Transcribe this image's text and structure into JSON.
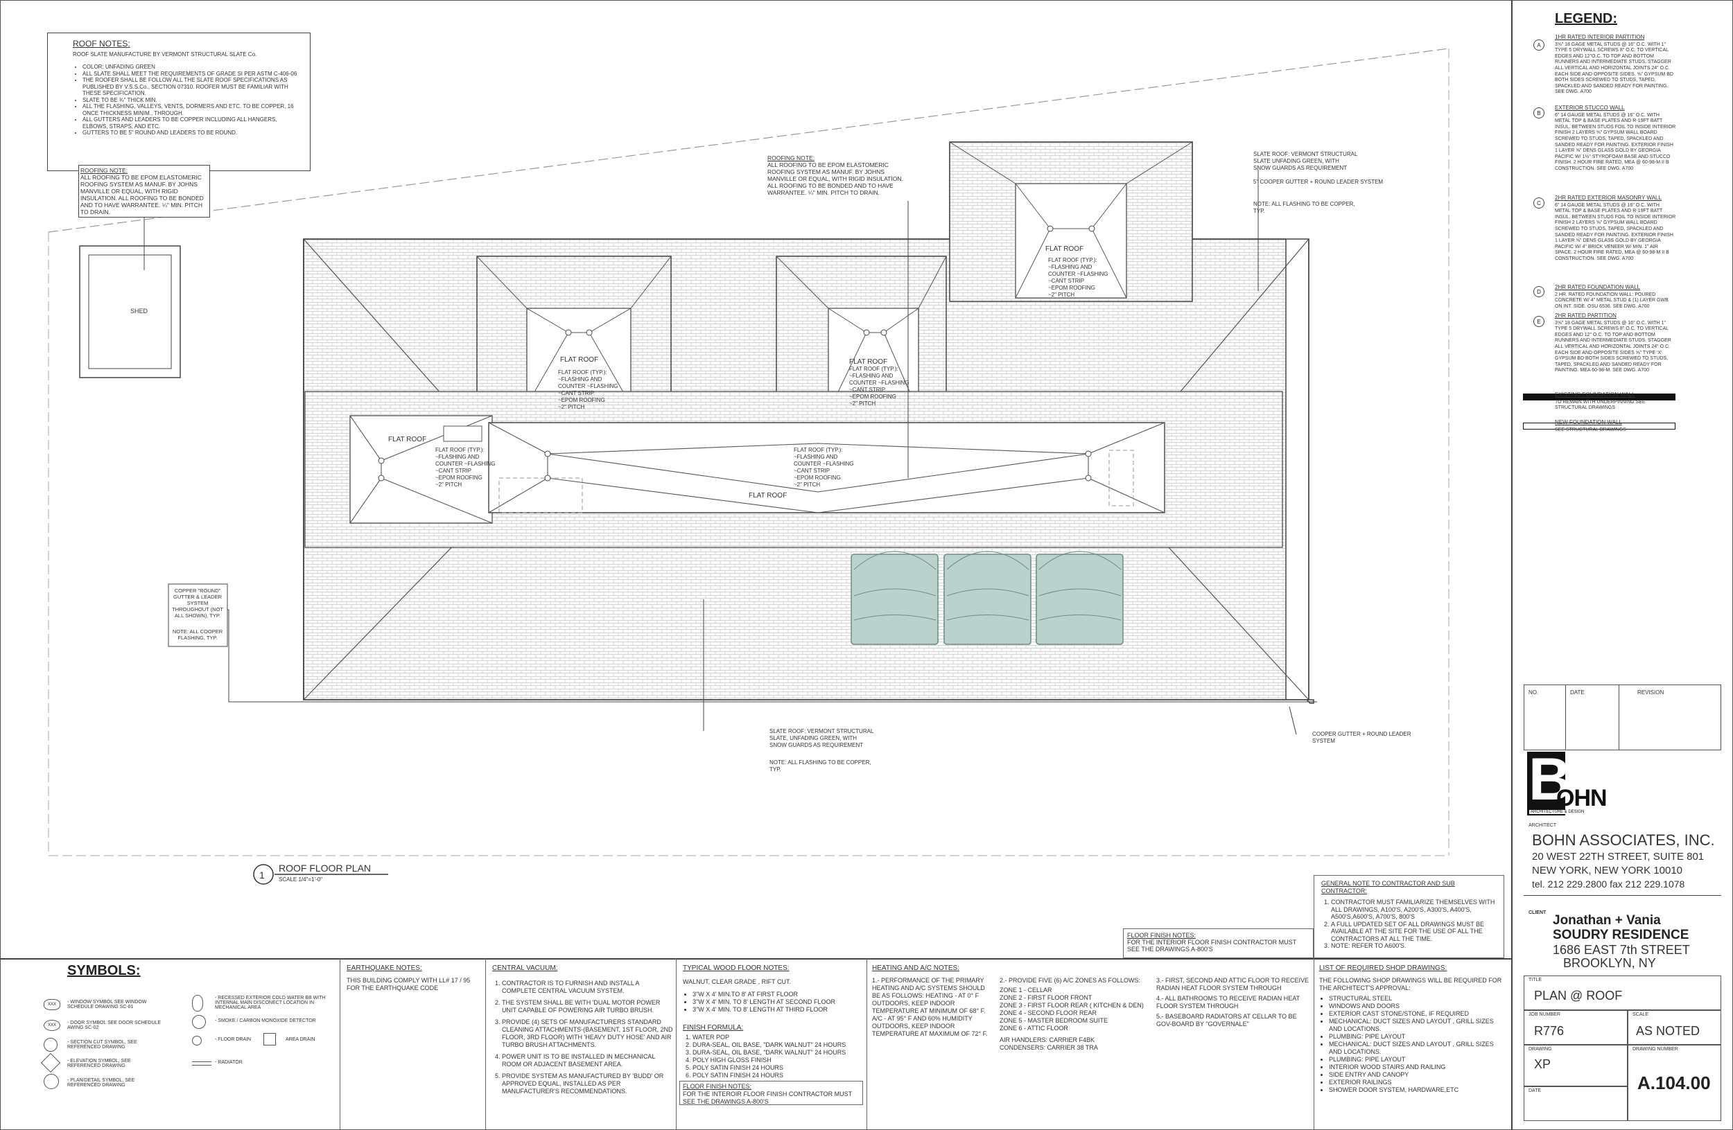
{
  "roof_notes": {
    "title": "ROOF NOTES:",
    "intro": "ROOF SLATE MANUFACTURE BY VERMONT STRUCTURAL SLATE Co.",
    "items": [
      "COLOR: UNFADING GREEN",
      "ALL SLATE SHALL MEET THE REQUIREMENTS OF GRADE SI PER ASTM C-406-06",
      "THE ROOFER SHALL BE FOLLOW ALL THE SLATE ROOF SPECIFICATIONS AS PUBLISHED BY V.S.S.Co., SECTION 07310. ROOFER MUST BE FAMILIAR WITH THESE SPECIFICATION.",
      "SLATE TO BE ¾\" THICK MIN.",
      "ALL THE FLASHING, VALLEYS, VENTS, DORMERS AND ETC. TO BE COPPER, 16 ONCE THICKNESS MINIM., THROUGH.",
      "ALL GUTTERS AND LEADERS TO BE COPPER INCLUDING ALL HANGERS, ELBOWS, STRAPS, AND ETC.",
      "GUTTERS TO BE 5\" ROUND AND LEADERS TO BE ROUND."
    ]
  },
  "roofing_note_left": {
    "title": "ROOFING NOTE:",
    "text": "ALL ROOFING TO BE EPOM ELASTOMERIC ROOFING SYSTEM AS MANUF. BY JOHNS MANVILLE OR EQUAL, WITH RIGID INSULATION. ALL ROOFING TO BE BONDED AND TO HAVE WARRANTEE. ¼\" MIN. PITCH TO DRAIN."
  },
  "roofing_note_center": {
    "title": "ROOFING NOTE:",
    "text": "ALL ROOFING TO BE EPOM ELASTOMERIC ROOFING SYSTEM AS MANUF. BY JOHNS MANVILLE OR EQUAL, WITH RIGID INSULATION. ALL ROOFING TO BE BONDED AND TO HAVE WARRANTEE. ¼\" MIN. PITCH TO DRAIN."
  },
  "plan": {
    "shed_label": "SHED",
    "flat_roof": "FLAT ROOF",
    "flat_roof_typ_lines": [
      "FLAT ROOF (TYP.):",
      "~FLASHING AND",
      "COUNTER ~FLASHING",
      "~CANT STRIP",
      "~EPOM ROOFING",
      "~2\" PITCH"
    ],
    "slate_note_top": [
      "SLATE ROOF: VERMONT STRUCTURAL",
      "SLATE UNFADING GREEN, WITH",
      "SNOW GUARDS AS REQUIREMENT"
    ],
    "gutter_note_top": "5\" COOPER GUTTER + ROUND LEADER SYSTEM",
    "flashing_note_top": [
      "NOTE: ALL FLASHING TO BE COPPER,",
      "TYP."
    ],
    "copper_round_note": [
      "COPPER \"ROUND\"",
      "GUTTER & LEADER",
      "SYSTEM",
      "THROUGHOUT (NOT",
      "ALL SHOWN), TYP.",
      "NOTE: ALL COOPER",
      "FLASHING, TYP."
    ],
    "slate_note_bottom": [
      "SLATE ROOF: VERMONT STRUCTURAL",
      "SLATE, UNFADING GREEN, WITH",
      "SNOW GUARDS AS REQUIREMENT",
      "NOTE: ALL FLASHING TO BE COPPER,",
      "TYP."
    ],
    "gutter_note_bottom": [
      "COOPER GUTTER + ROUND LEADER",
      "SYSTEM"
    ],
    "drawing_number": "1",
    "drawing_title": "ROOF FLOOR PLAN",
    "drawing_scale": "SCALE 1/4\"=1'-0\""
  },
  "legend": {
    "title": "LEGEND:",
    "items": [
      {
        "mark": "A",
        "title": "1HR RATED INTERIOR PARTITION",
        "text": "3⅝\" 18 GAGE METAL STUDS @ 16\" O.C. WITH 1\" TYPE 5 DRYWALL SCREWS 8\" O.C. TO VERTICAL EDGES AND 12\"O.C. TO TOP AND BOTTOM RUNNERS AND INTERMEDIATE STUDS. STAGGER ALL VERTICAL AND HORIZONTAL JOINTS 24\" O.C. EACH SIDE AND OPPOSITE SIDES. ⅝\" GYPSUM BD BOTH SIDES SCREWED TO STUDS, TAPED, SPACKLED AND SANDED READY FOR PAINTING. SEE DWG. A700"
      },
      {
        "mark": "B",
        "title": "EXTERIOR STUCCO WALL",
        "text": "6\" 14 GAUGE METAL STUDS @ 16\" O.C. WITH METAL TOP & BASE PLATES AND R-19FT BATT INSUL. BETWEEN STUDS FOIL TO INSIDE INTERIOR FINISH 2 LAYERS ⅝\" GYPSUM WALL BOARD SCREWED TO STUDS, TAPED, SPACKLED AND SANDED READY FOR PAINTING. EXTERIOR FINISH 1 LAYER ⅝\" DENS GLASS GOLD BY GEORGIA PACIFIC W/ 1½\" STYROFOAM BASE AND STUCCO FINISH. 2 HOUR FIRE RATED, MEA @ 60-98-M II B CONSTRUCTION. SEE DWG. A700"
      },
      {
        "mark": "C",
        "title": "2HR RATED EXTERIOR MASONRY WALL",
        "text": "6\" 14 GAUGE METAL STUDS @ 16\" O.C. WITH METAL TOP & BASE PLATES AND R-19FT BATT INSUL. BETWEEN STUDS FOIL TO INSIDE INTERIOR FINISH 2 LAYERS ⅝\" GYPSUM WALL BOARD SCREWED TO STUDS, TAPED, SPACKLED AND SANDED READY FOR PAINTING. EXTERIOR FINISH 1 LAYER ⅝\" DENS GLASS GOLD BY GEORGIA PACIFIC W/ 4\" BRICK VENEER W/ MIN. 1\" AIR SPACE. 2 HOUR FIRE RATED, MEA @ 60-98-M II B CONSTRUCTION. SEE DWG. A700"
      },
      {
        "mark": "D",
        "title": "2HR RATED FOUNDATION WALL",
        "text": "2 HR. RATED FOUNDATION WALL: POURED CONCRETE W/ 4\" METAL STUD & (1) LAYER GWB ON INT. SIDE. OSU 6536. SEE DWG. A700"
      },
      {
        "mark": "E",
        "title": "2HR RATED PARTITION",
        "text": "3⅝\" 18 GAGE METAL STUDS @ 16\" O.C. WITH 1\" TYPE 5 DRYWALL SCREWS 8\" O.C. TO VERTICAL EDGES AND 12\" O.C. TO TOP AND BOTTOM RUNNERS AND INTERMEDIATE STUDS. STAGGER ALL VERTICAL AND HORIZONTAL JOINTS 24\" O.C. EACH SIDE AND OPPOSITE SIDES ⅝\" TYPE 'X' GYPSUM BD BOTH SIDES SCREWED TO STUDS, TAPED, SPACKLED AND SANDED READY FOR PAINTING. MEA 60-98-M. SEE DWG. A700"
      }
    ],
    "existing_foundation": {
      "title": "EXISTING FOUNDATION WALL",
      "text": "TO REMAIN WITH UNDERPINNING SEE STRUCTURAL DRAWINGS"
    },
    "new_foundation": {
      "title": "NEW FOUNDATION WALL",
      "text": "SEE STRUCTURAL DRAWINGS"
    }
  },
  "revision_table": {
    "col_no": "NO.",
    "col_date": "DATE",
    "col_revision": "REVISION"
  },
  "architect": {
    "logo_letter": "B",
    "logo_word": "OHN",
    "logo_tagline": "ARCHITECTURE & DESIGN",
    "label": "ARCHITECT",
    "name": "BOHN ASSOCIATES, INC.",
    "address1": "20 WEST 22TH STREET, SUITE 801",
    "address2": "NEW YORK, NEW YORK 10010",
    "phone": "tel. 212 229.2800 fax 212 229.1078"
  },
  "client": {
    "label": "CLIENT",
    "name1": "Jonathan + Vania",
    "name2": "SOUDRY RESIDENCE",
    "address1": "1686 EAST 7th STREET",
    "address2": "BROOKLYN, NY"
  },
  "title_block": {
    "title_label": "TITLE",
    "title": "PLAN @ ROOF",
    "job_label": "JOB NUMBER",
    "job": "R776",
    "scale_label": "SCALE",
    "scale": "AS NOTED",
    "drawing_label": "DRAWING",
    "drawn_by": "XP",
    "drawing_number_label": "DRAWING NUMBER",
    "drawing_number": "A.104.00",
    "date_label": "DATE"
  },
  "general_note": {
    "title": "GENERAL NOTE TO CONTRACTOR AND SUB CONTRACTOR:",
    "items": [
      "CONTRACTOR MUST FAMILIARIZE THEMSELVES WITH ALL DRAWINGS, A100'S, A200'S, A300'S, A400'S, A500'S,A600'S, A700'S, 800'S",
      "A FULL UPDATED SET OF ALL DRAWINGS MUST BE AVAILABLE AT THE SITE FOR THE USE OF ALL THE CONTRACTORS AT ALL THE TIME.",
      "NOTE: REFER TO A600'S."
    ]
  },
  "floor_finish_notes": {
    "title": "FLOOR FINISH NOTES:",
    "text": "FOR THE INTERIOR FLOOR FINISH CONTRACTOR MUST SEE THE DRAWINGS A-800'S"
  },
  "symbols": {
    "title": "SYMBOLS:",
    "items": [
      {
        "mark": "XXX",
        "text": "- WINDOW SYMBOL SEE WINDOW SCHEDULE DRAWING SC-01"
      },
      {
        "mark": "XXX",
        "text": "- DOOR SYMBOL SEE DOOR SCHEDULE AWING SC-02"
      },
      {
        "mark": "",
        "text": "- SECTION CUT SYMBOL, SEE REFERENCED DRAWING"
      },
      {
        "mark": "",
        "text": "- ELEVATION SYMBOL, SEE REFERENCED DRAWING"
      },
      {
        "mark": "",
        "text": "- PLAN/DETAIL SYMBOL, SEE REFERENCED DRAWING"
      }
    ],
    "items2": [
      "- RECESSED EXTERIOR COLD WATER BB WITH INTERNAL MAIN DISCONECT LOCATION IN MECHANICAL AREA",
      "- SMOKE / CARBON MONOXIDE DETECTOR",
      "- FLOOR DRAIN",
      "AREA DRAIN",
      "- RADIATOR"
    ]
  },
  "earthquake": {
    "title": "EARTHQUAKE NOTES:",
    "text": "THIS BUILDING COMPLY WITH LL# 17 / 95 FOR THE EARTHQUAKE CODE"
  },
  "central_vacuum": {
    "title": "CENTRAL VACUUM:",
    "items": [
      "CONTRACTOR IS TO FURNISH AND INSTALL A COMPLETE CENTRAL VACUUM SYSTEM.",
      "THE SYSTEM SHALL BE WITH 'DUAL MOTOR POWER UNIT CAPABLE OF POWERING AIR TURBO BRUSH.",
      "PROVIDE (4) SETS OF MANUFACTURERS STANDARD CLEANING ATTACHMENTS-(BASEMENT, 1ST FLOOR, 2ND FLOOR, 3RD FLOOR) WITH 'HEAVY DUTY HOSE' AND AIR TURBO BRUSH ATTACHMENTS.",
      "POWER UNIT IS TO BE INSTALLED IN MECHANICAL ROOM OR ADJACENT BASEMENT AREA.",
      "PROVIDE SYSTEM AS MANUFACTURED BY 'BUDD' OR APPROVED EQUAL, INSTALLED AS PER MANUFACTURER'S RECOMMENDATIONS."
    ]
  },
  "wood_floor": {
    "title": "TYPICAL WOOD FLOOR NOTES:",
    "intro": "WALNUT, CLEAR GRADE , RIFT CUT.",
    "items": [
      "3\"W X 4' MIN.TO 8' AT FIRST FLOOR",
      "3\"W X 4' MIN. TO 8' LENGTH AT SECOND FLOOR",
      "3\"W X 4' MIN. TO 8' LENGTH AT THIRD FLOOR"
    ],
    "formula_title": "FINISH FORMULA:",
    "formula": [
      "WATER POP",
      "DURA-SEAL, OIL BASE, \"DARK WALNUT\" 24 HOURS",
      "DURA-SEAL, OIL BASE, \"DARK WALNUT\" 24 HOURS",
      "POLY HIGH GLOSS FINISH",
      "POLY SATIN FINISH 24 HOURS",
      "POLY SATIN FINISH 24 HOURS"
    ],
    "finish_title": "FLOOR FINISH NOTES:",
    "finish_text": "FOR THE INTEROIR FLOOR FINISH CONTRACTOR MUST SEE THE DRAWINGS A-800'S"
  },
  "hvac": {
    "title": "HEATING AND A/C NOTES:",
    "col1": "1.- PERFORMANCE OF THE PRIMARY HEATING AND A/C SYSTEMS SHOULD BE AS FOLLOWS: HEATING - AT 0° F OUTDOORS, KEEP INDOOR TEMPERATURE AT MINIMUM OF 68° F. A/C - AT 95° F AND 60% HUMIDITY OUTDOORS, KEEP INDOOR TEMPERATURE AT MAXIMUM OF 72° F.",
    "col2_title": "2.- PROVIDE FIVE (6) A/C ZONES AS FOLLOWS:",
    "zones": [
      "ZONE 1 - CELLAR",
      "ZONE 2 - FIRST FLOOR FRONT",
      "ZONE 3 - FIRST FLOOR REAR ( KITCHEN & DEN)",
      "ZONE 4 - SECOND FLOOR REAR",
      "ZONE 5 - MASTER BEDROOM SUITE",
      "ZONE 6 - ATTIC FLOOR"
    ],
    "handlers": "AIR HANDLERS: CARRIER F4BK",
    "condensers": "CONDENSERS: CARRIER 38 TRA",
    "col3": [
      "3.- FIRST, SECOND AND ATTIC FLOOR TO RECEIVE RADIAN HEAT FLOOR SYSTEM THROUGH",
      "4.- ALL BATHROOMS TO RECEIVE RADIAN HEAT FLOOR SYSTEM THROUGH",
      "5.- BASEBOARD RADIATORS AT CELLAR TO BE GOV-BOARD BY \"GOVERNALE\""
    ]
  },
  "shop_drawings": {
    "title": "LIST OF REQUIRED SHOP DRAWINGS:",
    "intro": "THE FOLLOWING SHOP DRAWINGS WILL BE REQUIRED FOR THE ARCHITECT'S APPROVAL:",
    "items": [
      "STRUCTURAL STEEL",
      "WINDOWS AND DOORS",
      "EXTERIOR CAST STONE/STONE, IF REQUIRED",
      "MECHANICAL: DUCT SIZES AND LAYOUT , GRILL SIZES AND LOCATIONS.",
      "PLUMBING: PIPE LAYOUT",
      "MECHANICAL: DUCT SIZES AND LAYOUT , GRILL SIZES AND LOCATIONS.",
      "PLUMBING: PIPE LAYOUT",
      "INTERIOR WOOD STAIRS AND RAILING",
      "SIDE ENTRY AND CANOPY",
      "EXTERIOR RAILINGS",
      "SHOWER DOOR SYSTEM, HARDWARE,ETC"
    ]
  },
  "colors": {
    "line": "#444444",
    "tank": "#b9d2cc",
    "tank_stroke": "#6d8b86"
  }
}
